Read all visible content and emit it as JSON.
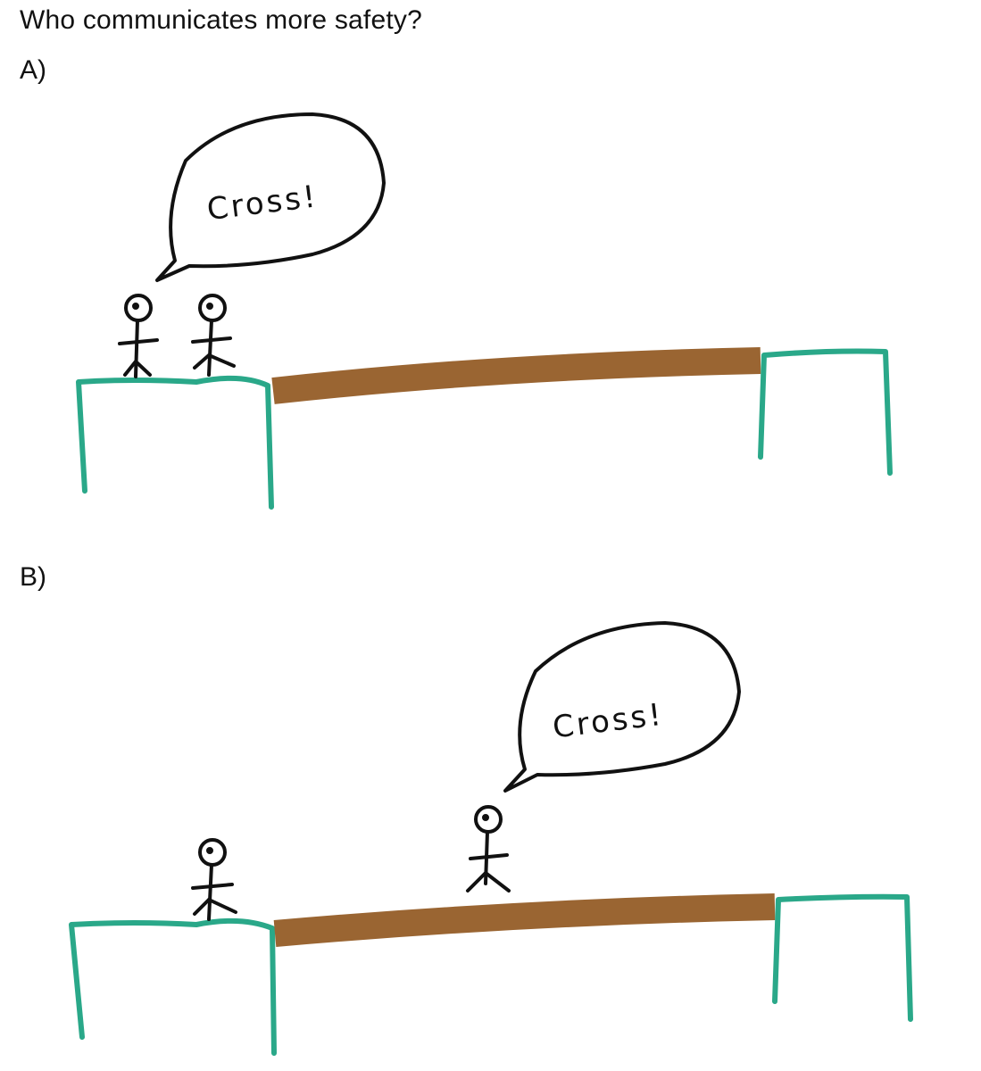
{
  "question": "Who communicates more safety?",
  "scenes": [
    {
      "label": "A)",
      "speech": "Cross!"
    },
    {
      "label": "B)",
      "speech": "Cross!"
    }
  ],
  "colors": {
    "ground": "#2aa889",
    "plank": "#9a6532",
    "ink": "#111111"
  }
}
